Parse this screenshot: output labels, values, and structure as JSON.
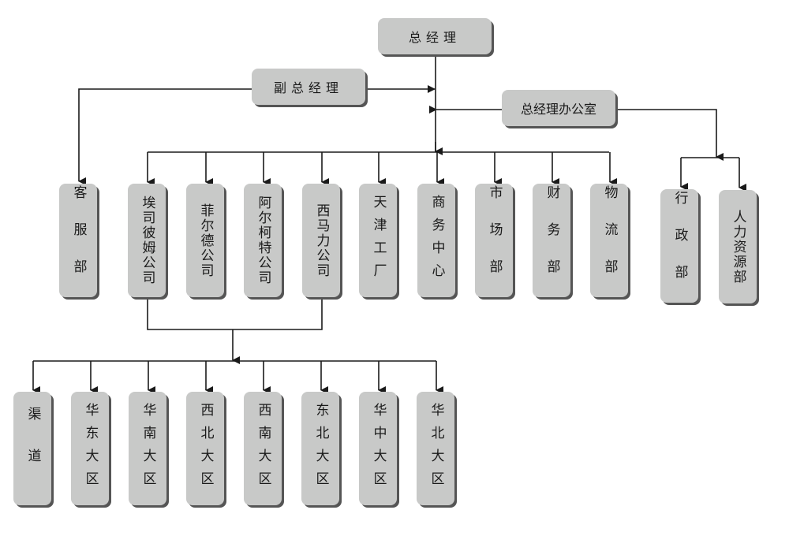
{
  "colors": {
    "node_fill": "#c8c9c8",
    "node_shadow": "#555555",
    "line": "#1a1a1a",
    "text": "#1a1a1a"
  },
  "top": {
    "general_manager": "总经理",
    "vice_general_manager": "副总经理",
    "gm_office": "总经理办公室"
  },
  "customer_service": "客服部",
  "departments": [
    "埃司彼姆公司",
    "菲尔德公司",
    "阿尔柯特公司",
    "西马力公司",
    "天津工厂",
    "商务中心",
    "市场部",
    "财务部",
    "物流部"
  ],
  "office_departments": [
    "行政部",
    "人力资源部"
  ],
  "regions": [
    "渠道",
    "华东大区",
    "华南大区",
    "西北大区",
    "西南大区",
    "东北大区",
    "华中大区",
    "华北大区"
  ]
}
